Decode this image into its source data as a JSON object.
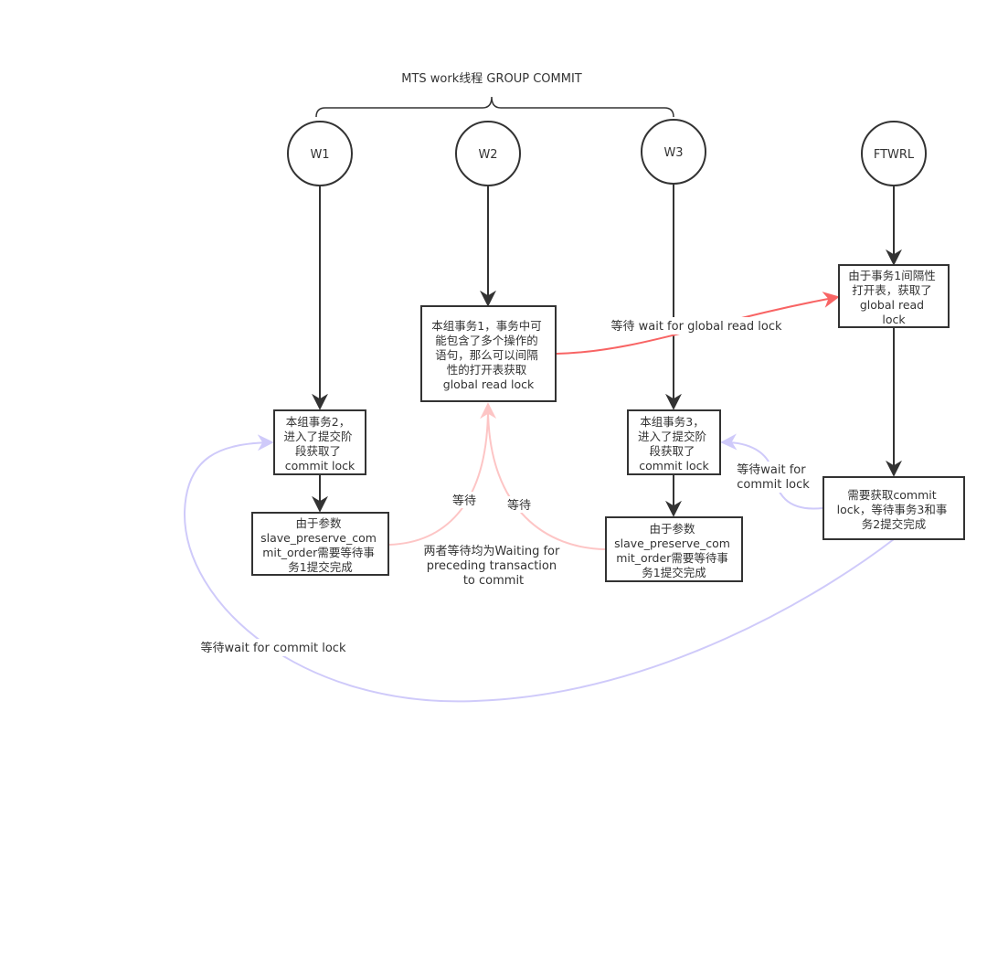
{
  "diagram": {
    "title": "MTS work线程 GROUP COMMIT",
    "colors": {
      "stroke": "#333333",
      "red": "#f86464",
      "pink": "#fdc5c5",
      "lavender": "#cfcafa",
      "background": "#ffffff"
    },
    "workers": [
      {
        "id": "w1",
        "label": "W1"
      },
      {
        "id": "w2",
        "label": "W2"
      },
      {
        "id": "w3",
        "label": "W3"
      },
      {
        "id": "ftwrl",
        "label": "FTWRL"
      }
    ],
    "boxes": [
      {
        "id": "w2_tx1",
        "lines": [
          "本组事务1，事务中可",
          "能包含了多个操作的",
          "语句，那么可以间隔",
          "性的打开表获取",
          "global read lock"
        ]
      },
      {
        "id": "ftwrl_got",
        "lines": [
          "由于事务1间隔性",
          "打开表，获取了",
          "global read",
          "lock"
        ]
      },
      {
        "id": "w1_tx2",
        "lines": [
          "本组事务2，",
          "进入了提交阶",
          "段获取了",
          "commit lock"
        ]
      },
      {
        "id": "w3_tx3",
        "lines": [
          "本组事务3，",
          "进入了提交阶",
          "段获取了",
          "commit lock"
        ]
      },
      {
        "id": "ftwrl_need",
        "lines": [
          "需要获取commit",
          "lock，等待事务3和事",
          "务2提交完成"
        ]
      },
      {
        "id": "w1_wait",
        "lines": [
          "由于参数",
          "slave_preserve_com",
          "mit_order需要等待事",
          "务1提交完成"
        ]
      },
      {
        "id": "w3_wait",
        "lines": [
          "由于参数",
          "slave_preserve_com",
          "mit_order需要等待事",
          "务1提交完成"
        ]
      }
    ],
    "edge_labels": {
      "global_read_lock": "等待 wait for global read lock",
      "wait_left": "等待",
      "wait_right": "等待",
      "both_waiting": [
        "两者等待均为Waiting for",
        "preceding transaction",
        "to commit"
      ],
      "commit_lock_short": [
        "等待wait for",
        "commit lock"
      ],
      "commit_lock_long": "等待wait for commit lock"
    }
  }
}
